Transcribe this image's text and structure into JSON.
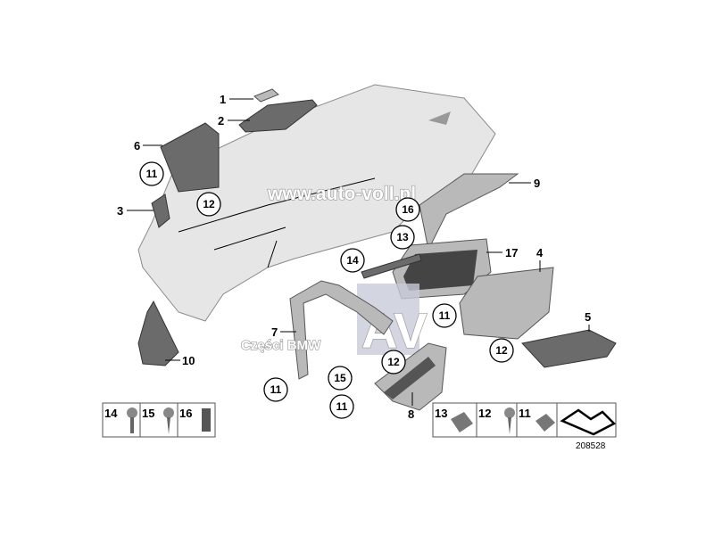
{
  "diagram_number": "208528",
  "watermarks": {
    "url": "www.auto-voll.pl",
    "caption": "Części BMW",
    "logo": "AV"
  },
  "callouts": {
    "c1": "1",
    "c2": "2",
    "c3": "3",
    "c4": "4",
    "c5": "5",
    "c6": "6",
    "c7": "7",
    "c8": "8",
    "c9": "9",
    "c10": "10",
    "c11a": "11",
    "c12a": "12",
    "c16": "16",
    "c13": "13",
    "c14": "14",
    "c17": "17",
    "c11b": "11",
    "c12b": "12",
    "c12c": "12",
    "c15": "15",
    "c11c": "11",
    "c11d": "11"
  },
  "legend_left": [
    "14",
    "15",
    "16"
  ],
  "legend_right": [
    "13",
    "12",
    "11"
  ],
  "colors": {
    "logo_bg": "#c8ccd8",
    "part_light": "#e6e6e6",
    "part_dark": "#6b6b6b"
  }
}
